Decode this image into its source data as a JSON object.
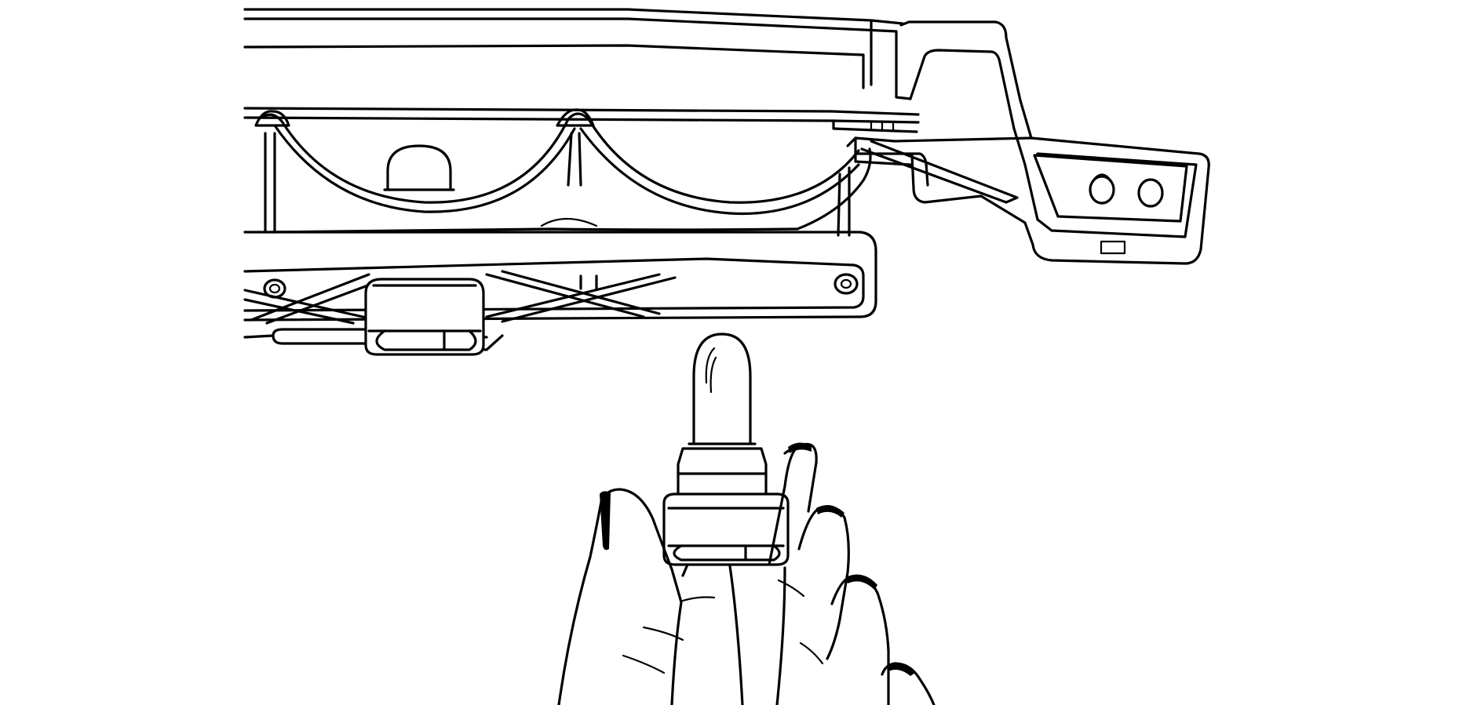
{
  "figure": {
    "kind": "line-drawing",
    "background_color": "#ffffff",
    "line_color": "#000000",
    "parts": {
      "lamp_housing": "housing",
      "lamp_reflector": "reflector",
      "lens_frame": "lens-frame",
      "connector_bracket": "bracket",
      "lamp_socket": "socket",
      "bulb": "bulb",
      "hand": "hand"
    }
  }
}
